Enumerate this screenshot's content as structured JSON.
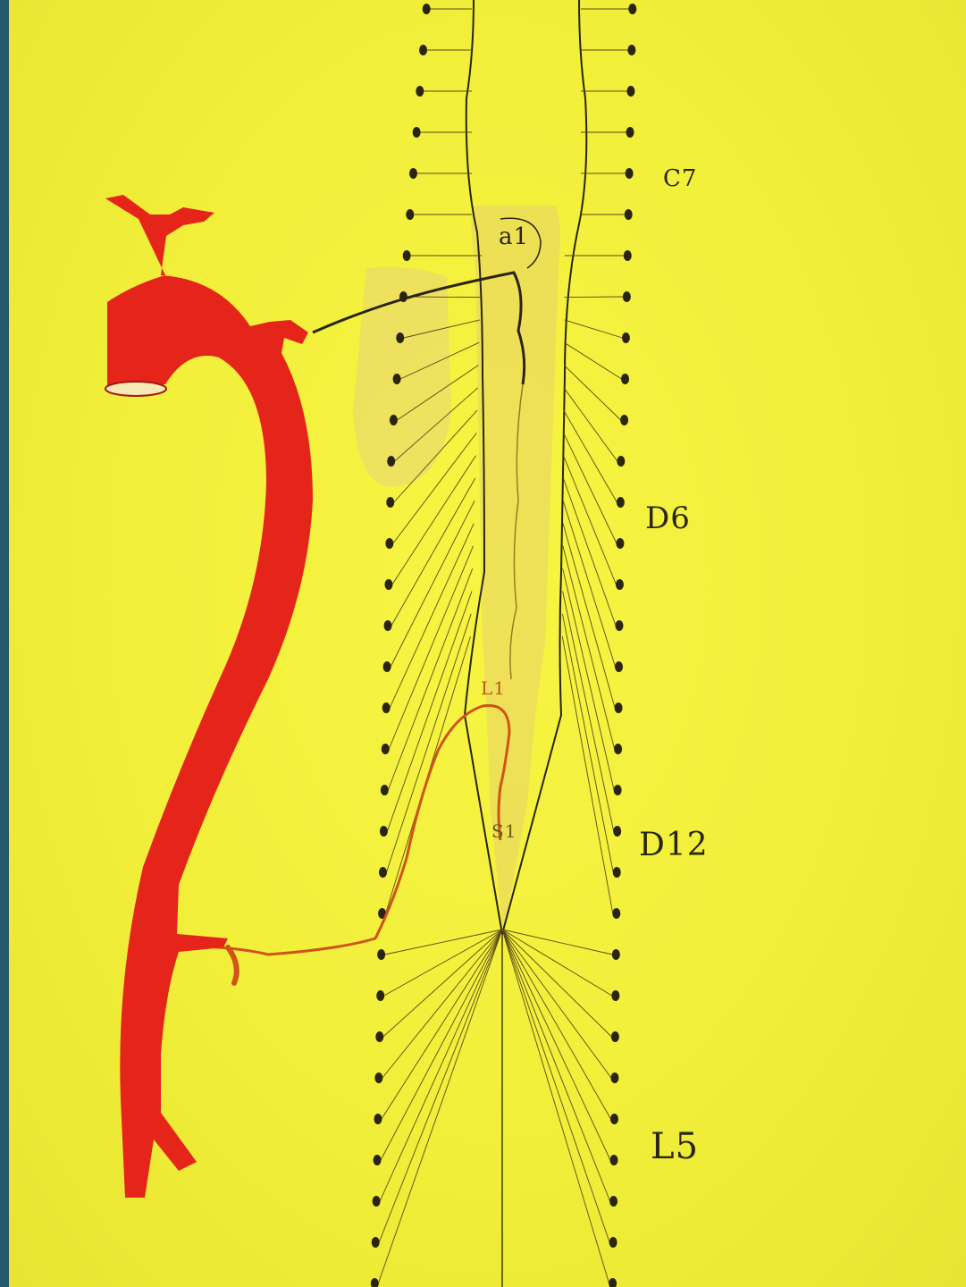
{
  "diagram": {
    "segment_labels": {
      "c7": "C7",
      "d6": "D6",
      "d12": "D12",
      "l5": "L5"
    },
    "artery_labels": {
      "upper": "a1",
      "lower": "L1",
      "cone": "S1"
    },
    "colors": {
      "paper": "#f3f03a",
      "aorta": "#e5241a",
      "ink": "#2a2510",
      "cord_tint": "#e8d469",
      "artery_branch": "#d0531a",
      "background_frame": "#24586a"
    }
  }
}
